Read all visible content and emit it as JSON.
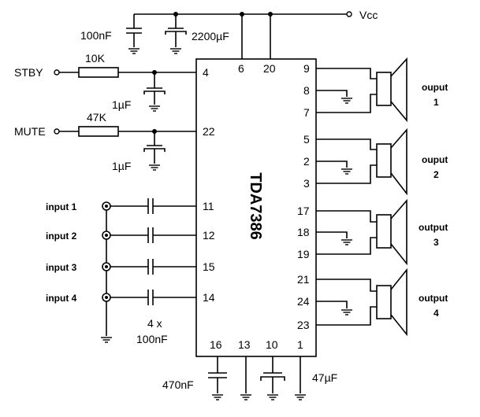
{
  "chip": {
    "name": "TDA7386"
  },
  "supply": {
    "vcc": "Vcc",
    "cap_small": "100nF",
    "cap_big": "2200µF"
  },
  "controls": {
    "stby": "STBY",
    "stby_res": "10K",
    "stby_cap": "1µF",
    "mute": "MUTE",
    "mute_res": "47K",
    "mute_cap": "1µF"
  },
  "inputs": {
    "labels": [
      "input 1",
      "input 2",
      "input 3",
      "input 4"
    ],
    "cap_count": "4 x",
    "cap_value": "100nF"
  },
  "bottom": {
    "cap_left": "470nF",
    "cap_right": "47µF"
  },
  "pins": {
    "p6": "6",
    "p20": "20",
    "p4": "4",
    "p22": "22",
    "p11": "11",
    "p12": "12",
    "p15": "15",
    "p14": "14",
    "p16": "16",
    "p13": "13",
    "p10": "10",
    "p1": "1",
    "p9": "9",
    "p8": "8",
    "p7": "7",
    "p5": "5",
    "p2": "2",
    "p3": "3",
    "p17": "17",
    "p18": "18",
    "p19": "19",
    "p21": "21",
    "p24": "24",
    "p23": "23"
  },
  "outputs": [
    {
      "label": "ouput",
      "num": "1"
    },
    {
      "label": "ouput",
      "num": "2"
    },
    {
      "label": "output",
      "num": "3"
    },
    {
      "label": "output",
      "num": "4"
    }
  ]
}
